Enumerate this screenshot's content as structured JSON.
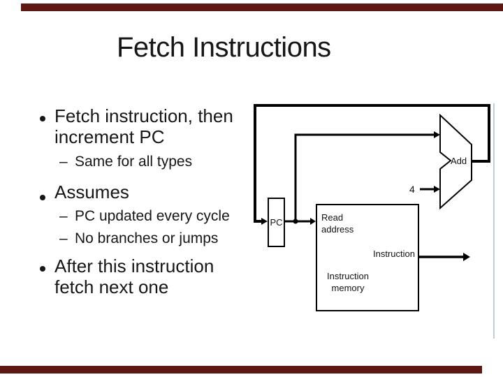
{
  "slide": {
    "title": "Fetch Instructions",
    "accent_color": "#5e1814",
    "sub_marker": "–",
    "bullets": [
      {
        "level": 1,
        "text": "Fetch instruction, then\nincrement PC"
      },
      {
        "level": 2,
        "text": "Same for all types"
      },
      {
        "level": 1,
        "text": "Assumes"
      },
      {
        "level": 2,
        "text": "PC updated every cycle"
      },
      {
        "level": 2,
        "text": "No branches or jumps"
      },
      {
        "level": 1,
        "text": "After this instruction\nfetch next one"
      }
    ]
  },
  "diagram": {
    "pc_label": "PC",
    "read_address_label": "Read\naddress",
    "memory_label": "Instruction\nmemory",
    "output_label": "Instruction",
    "adder_label": "Add",
    "increment_value": "4",
    "wire_color": "#000000",
    "frame_color": "#a9bfcd"
  }
}
